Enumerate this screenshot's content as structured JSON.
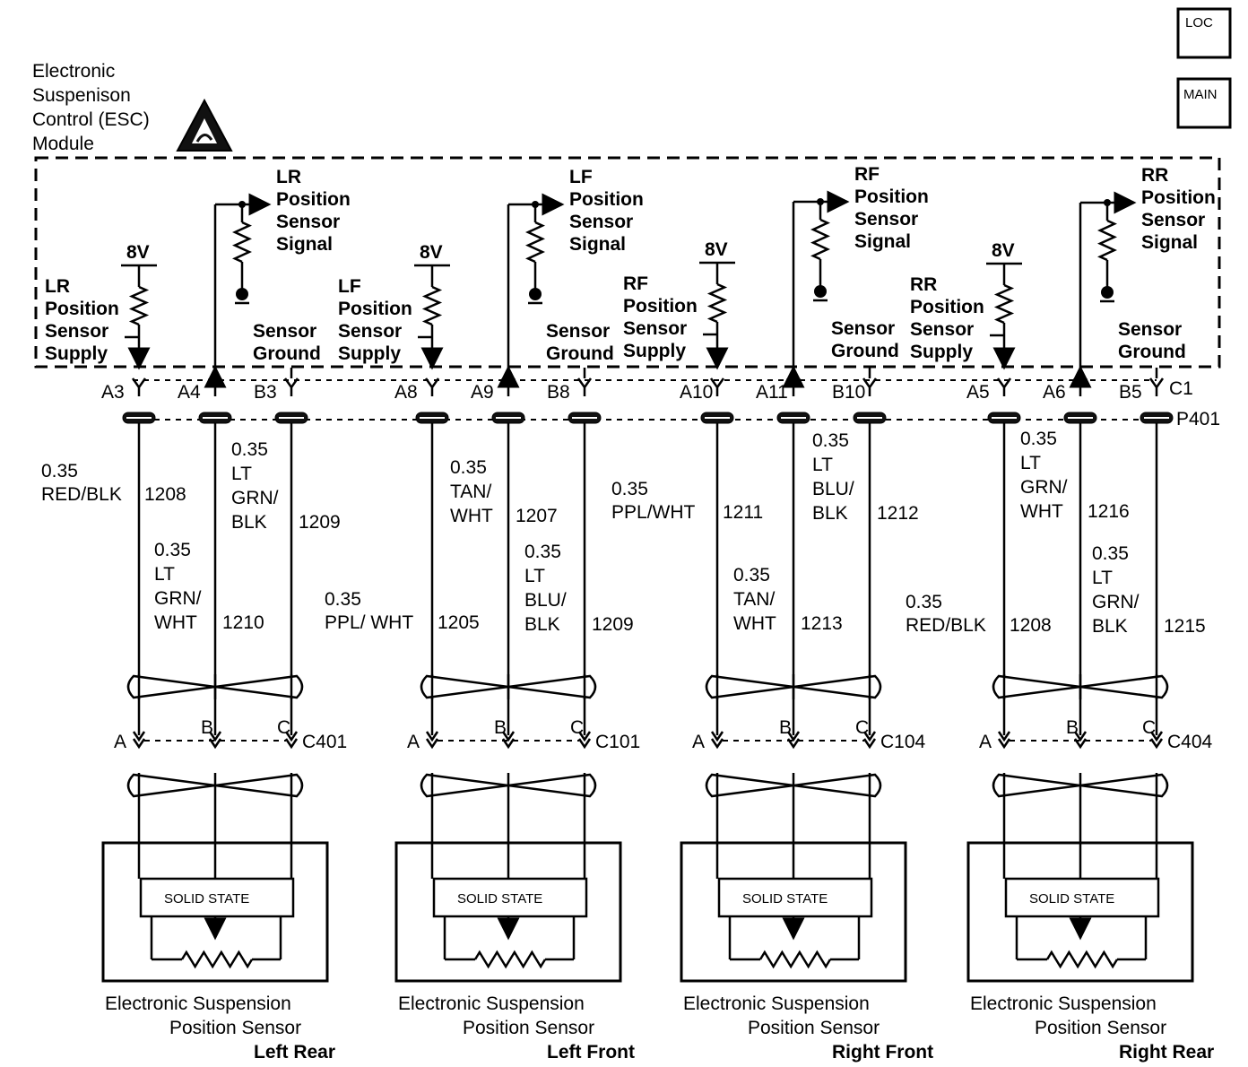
{
  "nav": {
    "loc_label": "LOC",
    "main_label": "MAIN"
  },
  "module": {
    "title_lines": [
      "Electronic",
      "Suspenison",
      "Control (ESC)",
      "Module"
    ],
    "esd_icon": "esd-warning-icon"
  },
  "harness_connector": "P401",
  "channels": [
    {
      "id": "lr",
      "signal_lines": [
        "LR",
        "Position",
        "Sensor",
        "Signal"
      ],
      "supply_lines": [
        "LR",
        "Position",
        "Sensor",
        "Supply"
      ],
      "ground_lines": [
        "Sensor",
        "Ground"
      ],
      "voltage": "8V",
      "pins": [
        "A3",
        "A4",
        "B3"
      ],
      "pin_extra": "",
      "wire_supply": [
        "0.35",
        "RED/BLK",
        "1208"
      ],
      "wire_signal": [
        "0.35",
        "LT",
        "GRN/",
        "WHT",
        "1210"
      ],
      "wire_ground": [
        "0.35",
        "LT",
        "GRN/",
        "BLK",
        "1209"
      ],
      "sensor_pins": [
        "A",
        "B",
        "C"
      ],
      "connector": "C401",
      "device_label": "SOLID STATE",
      "caption_lines": [
        "Electronic Suspension",
        "Position Sensor",
        "Left Rear"
      ]
    },
    {
      "id": "lf",
      "signal_lines": [
        "LF",
        "Position",
        "Sensor",
        "Signal"
      ],
      "supply_lines": [
        "LF",
        "Position",
        "Sensor",
        "Supply"
      ],
      "ground_lines": [
        "Sensor",
        "Ground"
      ],
      "voltage": "8V",
      "pins": [
        "A8",
        "A9",
        "B8"
      ],
      "pin_extra": "",
      "wire_supply": [
        "0.35",
        "PPL/ WHT",
        "1205"
      ],
      "wire_signal": [
        "0.35",
        "TAN/",
        "WHT",
        "1207"
      ],
      "wire_ground": [
        "0.35",
        "LT",
        "BLU/",
        "BLK",
        "1209"
      ],
      "sensor_pins": [
        "A",
        "B",
        "C"
      ],
      "connector": "C101",
      "device_label": "SOLID STATE",
      "caption_lines": [
        "Electronic Suspension",
        "Position Sensor",
        "Left Front"
      ]
    },
    {
      "id": "rf",
      "signal_lines": [
        "RF",
        "Position",
        "Sensor",
        "Signal"
      ],
      "supply_lines": [
        "RF",
        "Position",
        "Sensor",
        "Supply"
      ],
      "ground_lines": [
        "Sensor",
        "Ground"
      ],
      "voltage": "8V",
      "pins": [
        "A10",
        "A11",
        "B10"
      ],
      "pin_extra": "",
      "wire_supply": [
        "0.35",
        "PPL/WHT",
        "1211"
      ],
      "wire_signal": [
        "0.35",
        "TAN/",
        "WHT",
        "1213"
      ],
      "wire_ground": [
        "0.35",
        "LT",
        "BLU/",
        "BLK",
        "1212"
      ],
      "sensor_pins": [
        "A",
        "B",
        "C"
      ],
      "connector": "C104",
      "device_label": "SOLID STATE",
      "caption_lines": [
        "Electronic Suspension",
        "Position Sensor",
        "Right Front"
      ]
    },
    {
      "id": "rr",
      "signal_lines": [
        "RR",
        "Position",
        "Sensor",
        "Signal"
      ],
      "supply_lines": [
        "RR",
        "Position",
        "Sensor",
        "Supply"
      ],
      "ground_lines": [
        "Sensor",
        "Ground"
      ],
      "voltage": "8V",
      "pins": [
        "A5",
        "A6",
        "B5"
      ],
      "pin_extra": "C1",
      "wire_supply": [
        "0.35",
        "RED/BLK",
        "1208"
      ],
      "wire_signal": [
        "0.35",
        "LT",
        "GRN/",
        "WHT",
        "1216"
      ],
      "wire_ground": [
        "0.35",
        "LT",
        "GRN/",
        "BLK",
        "1215"
      ],
      "sensor_pins": [
        "A",
        "B",
        "C"
      ],
      "connector": "C404",
      "device_label": "SOLID STATE",
      "caption_lines": [
        "Electronic Suspension",
        "Position Sensor",
        "Right Rear"
      ]
    }
  ]
}
